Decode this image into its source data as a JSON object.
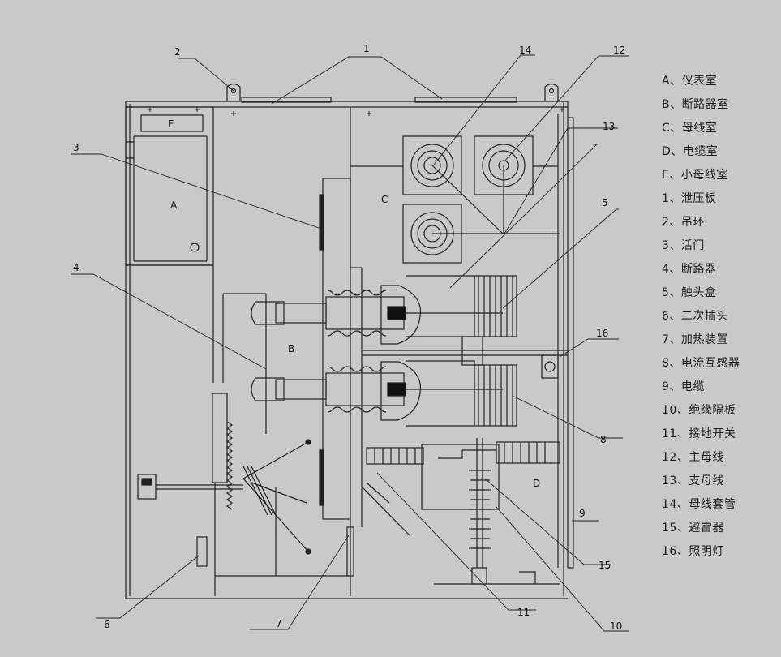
{
  "region_labels": {
    "A": "A",
    "B": "B",
    "C": "C",
    "D": "D",
    "E": "E"
  },
  "callouts": {
    "c1": "1",
    "c2": "2",
    "c3": "3",
    "c4": "4",
    "c5": "5",
    "c6": "6",
    "c7": "7",
    "c8": "8",
    "c9": "9",
    "c10": "10",
    "c11": "11",
    "c12": "12",
    "c13": "13",
    "c14": "14",
    "c15": "15",
    "c16": "16"
  },
  "legend": {
    "items": [
      "A、仪表室",
      "B、断路器室",
      "C、母线室",
      "D、电缆室",
      "E、小母线室",
      "1、泄压板",
      "2、吊环",
      "3、活门",
      "4、断路器",
      "5、触头盒",
      "6、二次插头",
      "7、加热装置",
      "8、电流互感器",
      "9、电缆",
      "10、绝缘隔板",
      "11、接地开关",
      "12、主母线",
      "13、支母线",
      "14、母线套管",
      "15、避雷器",
      "16、照明灯"
    ]
  }
}
